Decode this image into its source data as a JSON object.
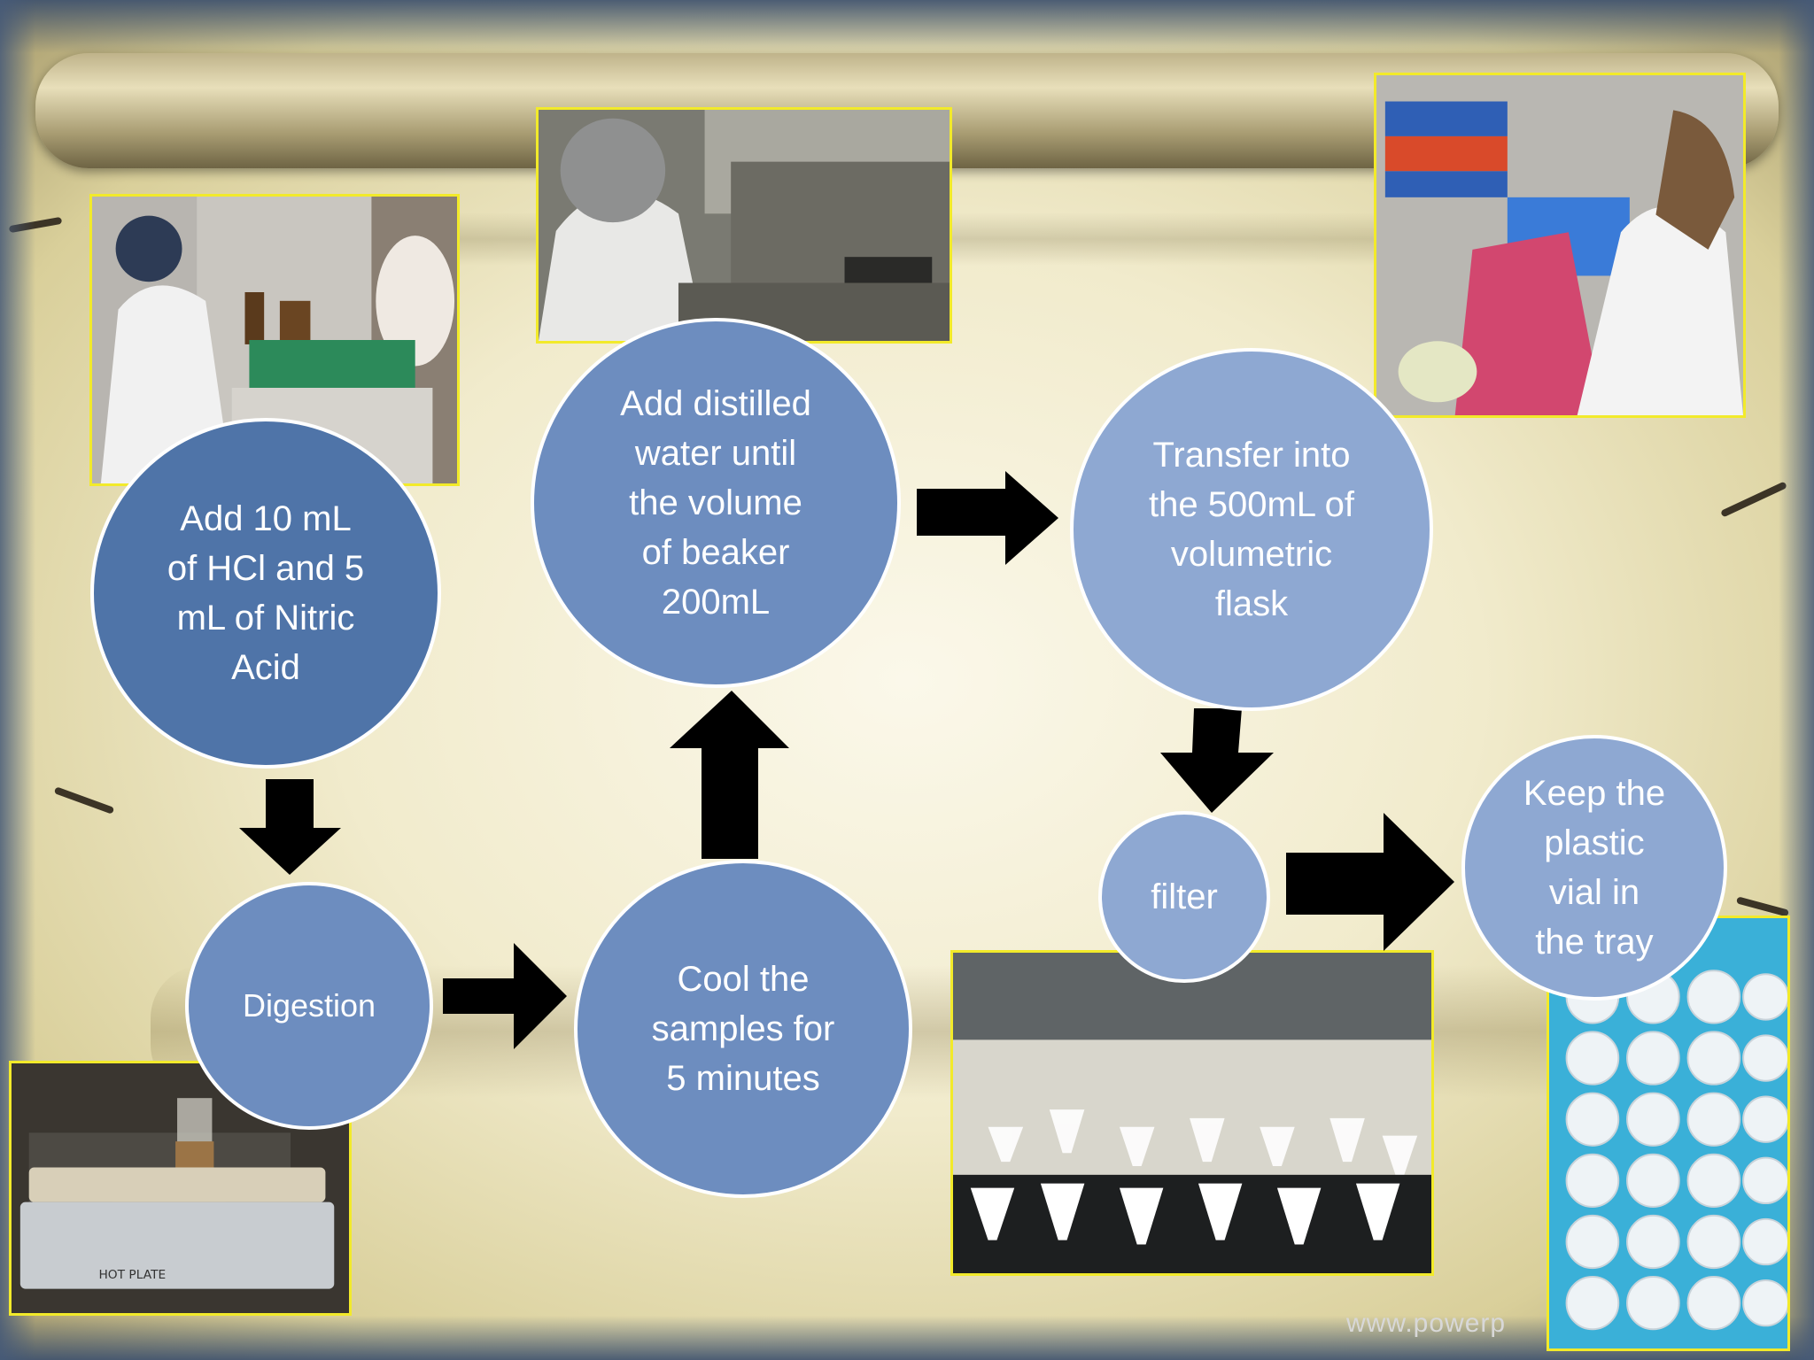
{
  "steps": {
    "add_acid": "Add 10 mL\nof HCl and 5\nmL of Nitric\nAcid",
    "digestion": "Digestion",
    "cool": "Cool the\nsamples for\n5 minutes",
    "add_water": "Add distilled\nwater until\nthe volume\nof beaker\n200mL",
    "transfer": "Transfer into\nthe 500mL of\nvolumetric\nflask",
    "filter": "filter",
    "keep": "Keep the\nplastic\nvial in\nthe tray"
  },
  "hotplate_label": "HOT PLATE",
  "watermark": "www.powerp",
  "colors": {
    "circle_dark": "#4f74a8",
    "circle_mid": "#6d8dbf",
    "circle_light": "#8ea8d2",
    "photo_border": "#f2ea2a",
    "arrow": "#000000"
  }
}
